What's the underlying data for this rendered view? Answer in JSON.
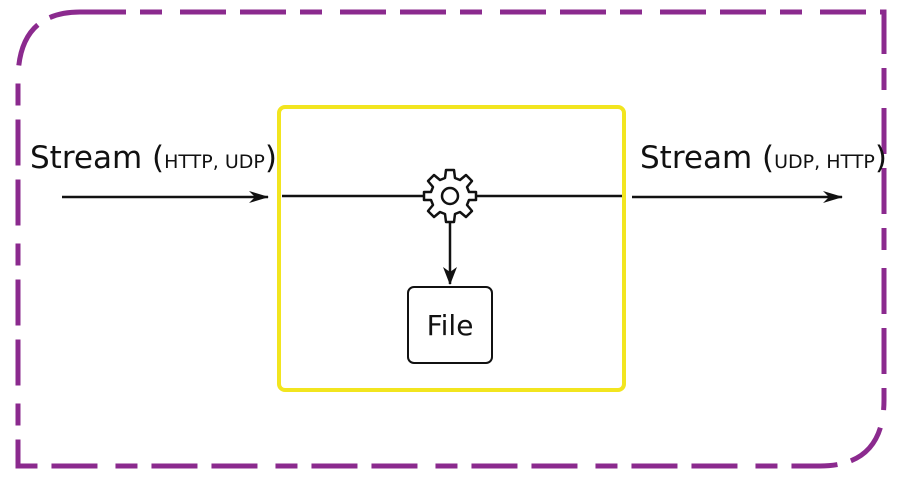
{
  "input": {
    "label_main": "Stream (",
    "label_protocols": "HTTP, UDP",
    "label_close": ")"
  },
  "output": {
    "label_main": "Stream (",
    "label_protocols": "UDP, HTTP",
    "label_close": ")"
  },
  "processor": {
    "icon": "gear-icon",
    "output_file_label": "File"
  },
  "colors": {
    "outer_border": "#8b2a8e",
    "processor_border": "#f2e51f",
    "stroke": "#111111"
  }
}
